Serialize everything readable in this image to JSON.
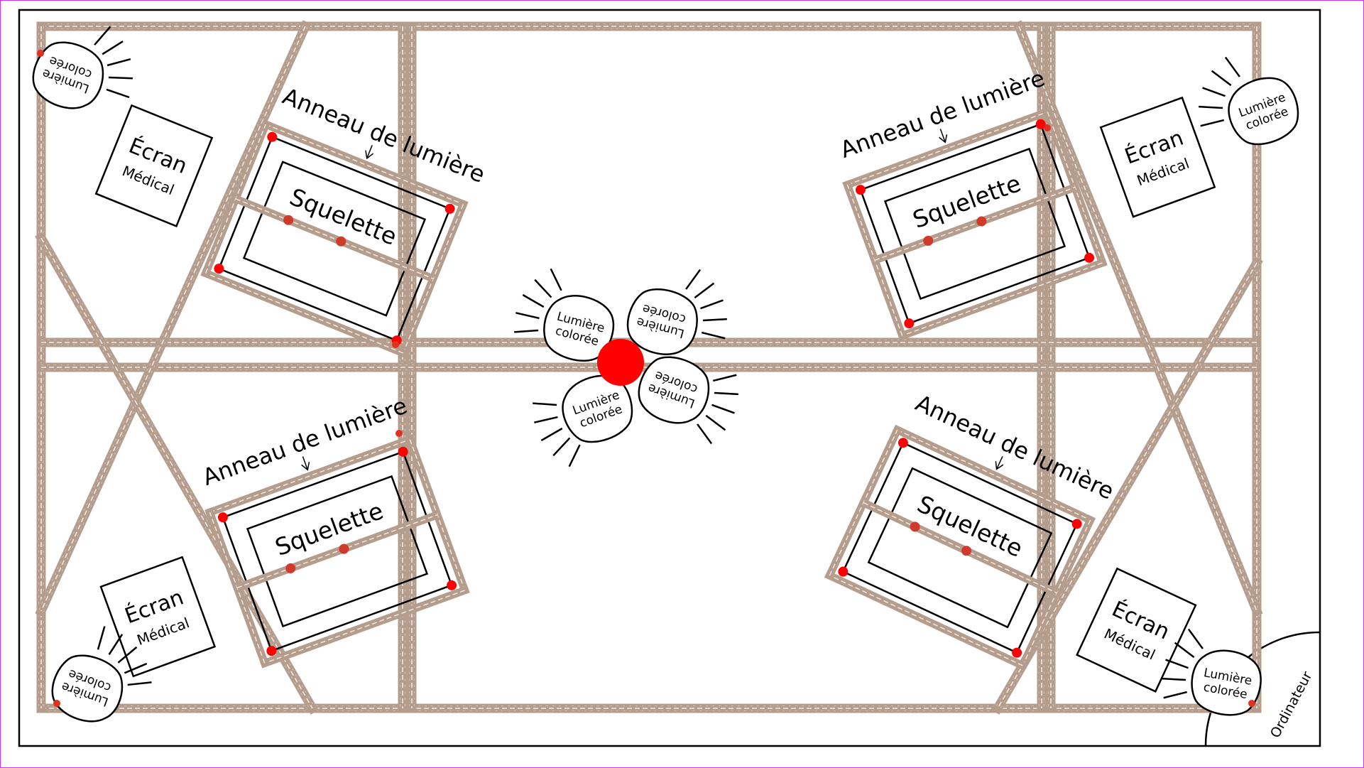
{
  "colors": {
    "beam": "#b59d8e",
    "beam_stitch": "#efe6e0",
    "point": "#ff0000",
    "border": "#cc33ff",
    "outline": "#000000"
  },
  "labels": {
    "ring": "Anneau de lumière",
    "skeleton": "Squelette",
    "screen_line1": "Écran",
    "screen_line2": "Médical",
    "light_line1": "Lumière",
    "light_line2": "colorée",
    "computer": "Ordinateur"
  },
  "stations": [
    {
      "id": "top-left"
    },
    {
      "id": "top-right"
    },
    {
      "id": "bottom-left"
    },
    {
      "id": "bottom-right"
    }
  ]
}
